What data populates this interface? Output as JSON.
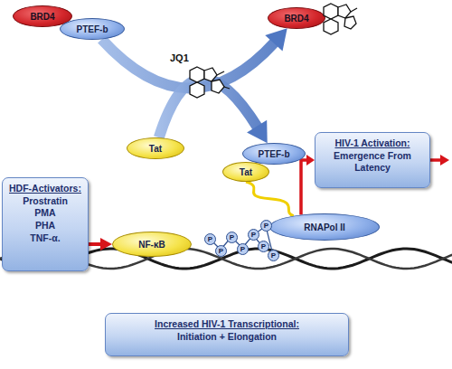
{
  "diagram": {
    "nodes": [
      {
        "text": [
          "BRD4"
        ]
      },
      {
        "text": [
          "PTEF-b"
        ]
      },
      {
        "text": [
          "BRD4"
        ]
      },
      {
        "text": [
          "Tat"
        ]
      },
      {
        "text": [
          "PTEF-b"
        ]
      },
      {
        "text": [
          "Tat"
        ]
      },
      {
        "text": [
          "HDF-Activators:",
          "Prostratin",
          "PMA",
          "PHA",
          "TNF-α."
        ]
      },
      {
        "text": [
          "NF-κB"
        ]
      },
      {
        "text": [
          "RNAPol II"
        ]
      },
      {
        "text": [
          "HIV-1 Activation:",
          "Emergence From Latency"
        ]
      },
      {
        "text": [
          "Increased HIV-1 Transcriptional:",
          "Initiation + Elongation"
        ]
      }
    ],
    "edges": [
      {
        "from": 1,
        "to": 2,
        "arrow": "to"
      },
      {
        "from": 3,
        "to": 4,
        "arrow": "to"
      },
      {
        "from": 6,
        "to": 7,
        "arrow": "to"
      },
      {
        "from": 8,
        "to": 9,
        "arrow": "to"
      },
      {
        "from": 5,
        "to": 8,
        "arrow": "none"
      }
    ],
    "labels": [
      "JQ1",
      "P",
      "P",
      "P",
      "P",
      "P",
      "P",
      "P",
      "P"
    ]
  }
}
